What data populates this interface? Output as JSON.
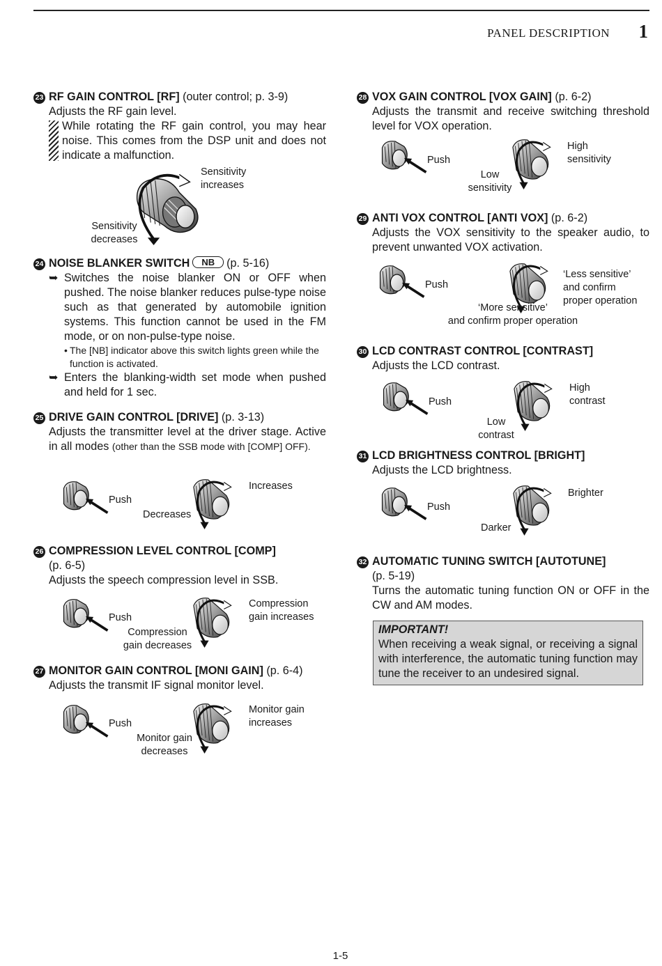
{
  "header": {
    "section_title": "PANEL DESCRIPTION",
    "chapter": "1"
  },
  "page_number": "1-5",
  "left": {
    "rf": {
      "num": "23",
      "title": "RF GAIN CONTROL [RF]",
      "ref": " (outer control; p. 3-9)",
      "desc": "Adjusts the RF gain level.",
      "note": "While rotating the RF gain control, you may hear noise. This comes from the DSP unit and does not indicate a malfunction.",
      "lbl_inc": "Sensitivity\nincreases",
      "lbl_dec": "Sensitivity\ndecreases"
    },
    "nb": {
      "num": "24",
      "title": "NOISE BLANKER SWITCH",
      "key": "NB",
      "ref": "(p. 5-16)",
      "item1": "Switches the noise blanker ON or OFF when pushed. The noise blanker reduces pulse-type noise such as that generated by automobile ignition systems. This function cannot be used in the FM mode, or on non-pulse-type noise.",
      "bullet": "The [NB] indicator above this switch lights green while the function is activated.",
      "item2": "Enters the blanking-width set mode when pushed and held for 1 sec."
    },
    "drive": {
      "num": "25",
      "title": "DRIVE GAIN CONTROL [DRIVE]",
      "ref": " (p. 3-13)",
      "desc": "Adjusts the transmitter level at the driver stage. Active in all modes",
      "desc_small": "(other than the SSB mode with [COMP] OFF).",
      "push": "Push",
      "inc": "Increases",
      "dec": "Decreases"
    },
    "comp": {
      "num": "26",
      "title": "COMPRESSION LEVEL CONTROL [COMP]",
      "ref": "(p. 6-5)",
      "desc": "Adjusts the speech compression level in SSB.",
      "push": "Push",
      "inc": "Compression\ngain increases",
      "dec": "Compression\ngain decreases"
    },
    "moni": {
      "num": "27",
      "title": "MONITOR GAIN CONTROL [MONI GAIN]",
      "ref": " (p. 6-4)",
      "desc": "Adjusts the transmit IF signal monitor level.",
      "push": "Push",
      "inc": "Monitor gain\nincreases",
      "dec": "Monitor gain\ndecreases"
    }
  },
  "right": {
    "vox": {
      "num": "28",
      "title": "VOX GAIN CONTROL [VOX GAIN]",
      "ref": " (p. 6-2)",
      "desc": "Adjusts the transmit and receive switching threshold level for VOX operation.",
      "push": "Push",
      "inc": "High\nsensitivity",
      "dec": "Low\nsensitivity"
    },
    "antivox": {
      "num": "29",
      "title": "ANTI VOX CONTROL [ANTI VOX]",
      "ref": " (p. 6-2)",
      "desc": "Adjusts the VOX sensitivity to the speaker audio, to prevent unwanted VOX activation.",
      "push": "Push",
      "inc": "‘Less sensitive’\nand confirm\nproper operation",
      "dec": "‘More sensitive’\nand confirm proper operation"
    },
    "contrast": {
      "num": "30",
      "title": "LCD CONTRAST CONTROL [CONTRAST]",
      "desc": "Adjusts the LCD contrast.",
      "push": "Push",
      "inc": "High\ncontrast",
      "dec": "Low\ncontrast"
    },
    "bright": {
      "num": "31",
      "title": "LCD BRIGHTNESS CONTROL [BRIGHT]",
      "desc": "Adjusts the LCD brightness.",
      "push": "Push",
      "inc": "Brighter",
      "dec": "Darker"
    },
    "autotune": {
      "num": "32",
      "title": "AUTOMATIC TUNING SWITCH [AUTOTUNE]",
      "ref": "(p. 5-19)",
      "desc": "Turns the automatic tuning function ON or OFF in the CW and AM modes."
    },
    "important": {
      "heading": "IMPORTANT!",
      "body": "When receiving a weak signal, or receiving a signal with interference, the automatic tuning function may tune the receiver to an undesired signal."
    }
  }
}
